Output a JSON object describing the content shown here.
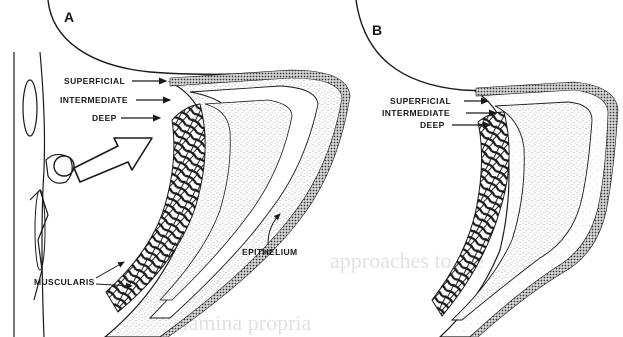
{
  "panels": [
    {
      "letter": "A",
      "layers": {
        "superficial": "SUPERFICIAL",
        "intermediate": "INTERMEDIATE",
        "deep": "DEEP"
      },
      "labels": {
        "epithelium": "EPITHELIUM",
        "muscularis": "MUSCULARIS"
      }
    },
    {
      "letter": "B",
      "layers": {
        "superficial": "SUPERFICIAL",
        "intermediate": "INTERMEDIATE",
        "deep": "DEEP"
      }
    }
  ],
  "background_text": {
    "line1": "approaches to the",
    "line2": "the lamina propria"
  },
  "colors": {
    "ink": "#1a1a1a",
    "stipple": "#9a9a9a",
    "epithelium": "#555555",
    "paper": "#ffffff"
  }
}
